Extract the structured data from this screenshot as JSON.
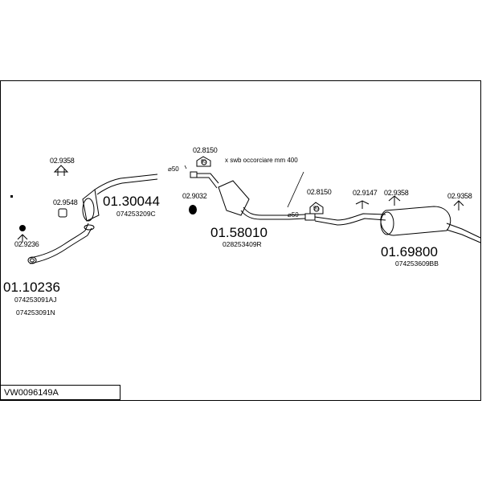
{
  "sheet": {
    "code": "VW0096149A"
  },
  "parts": [
    {
      "main": "01.10236",
      "oe": [
        "074253091AJ",
        "074253091N"
      ]
    },
    {
      "main": "01.30044",
      "oe": [
        "074253209C"
      ]
    },
    {
      "main": "01.58010",
      "oe": [
        "028253409R"
      ]
    },
    {
      "main": "01.69800",
      "oe": [
        "074253609BB"
      ]
    }
  ],
  "fittings": {
    "f1": "02.9358",
    "f2": "02.9548",
    "f3": "02.9236",
    "f4": "02.8150",
    "f5": "02.9032",
    "f6": "02.8150",
    "f7": "02.9147",
    "f8": "02.9358",
    "f9": "02.9358"
  },
  "notes": {
    "dia1": "⌀50",
    "dia2": "⌀50",
    "wb": "x swb occorciare mm 400",
    "clamp1": "50",
    "clamp2": "50"
  }
}
